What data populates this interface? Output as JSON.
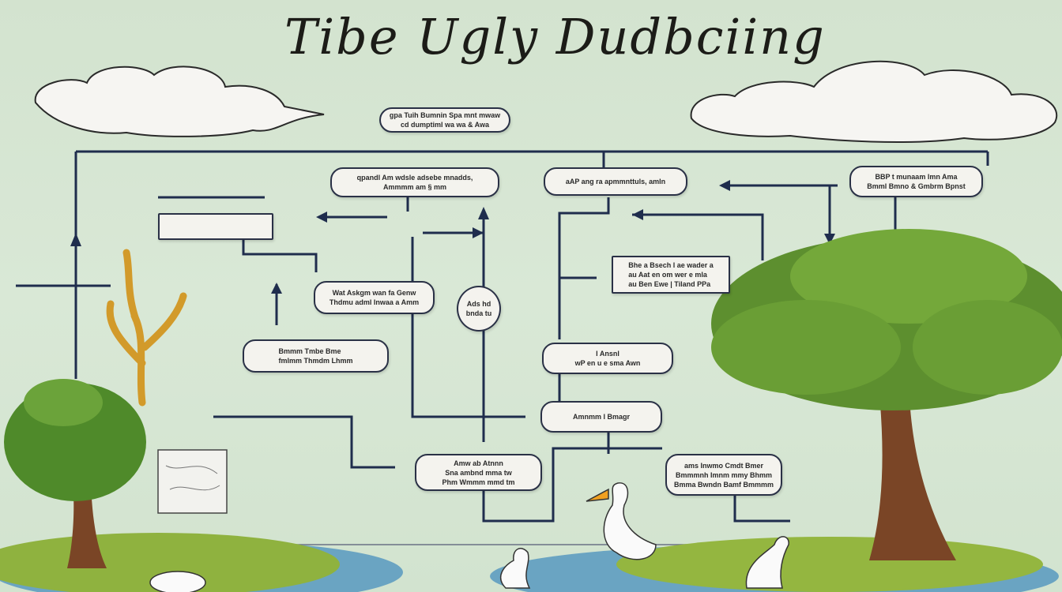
{
  "title": "Tibe Ugly Dudbciing",
  "nodes": {
    "top": "gpa Tuih Bumnin Spa mnt mwaw\ncd dumptiml wa wa & Awa",
    "upper_left": "qpandl Am wdsle adsebe mnadds,\nAmmmm am § mm",
    "upper_middle": "aAP ang ra apmmnttuls, amln",
    "upper_right": "BBP t munaam lmn Ama\nBmml Bmno & Gmbrm Bpnst",
    "blank_box": "",
    "right_middle": "Bhe a Bsech l ae wader a\nau Aat en om wer e mla\nau Ben Ewe | Tiland PPa",
    "middle_left": "Wat Askgm wan fa Genw\nThdmu adml Inwaa a Amm",
    "circle": "Ads hd\nbnda tu",
    "left_lower": "Bmmm Tmbe Bme\nfmlmm Thmdm Lhmm",
    "center_right": "l Ansnl\nwP en u e sma Awn",
    "lower_right": "Amnmm l Bmagr",
    "bottom_center": "Amw ab Atnnn\nSna ambnd mma tw\nPhm Wmmm mmd tm",
    "bottom_right": "ams Inwmo Cmdt Bmer\nBmmmnh Imnm mmy Bhmm\nBmma Bwndn Bamf Bmmmm"
  },
  "colors": {
    "line": "#1f2d4d",
    "background": "#d6e6d3",
    "tree": "#5d8f2f",
    "trunk": "#7a4526"
  }
}
